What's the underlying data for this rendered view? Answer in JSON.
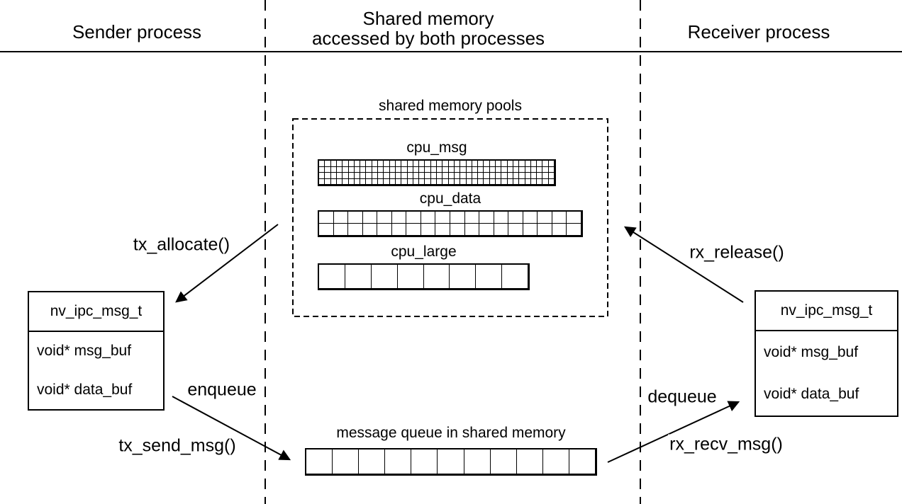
{
  "header": {
    "sender": "Sender process",
    "shared_line1": "Shared memory",
    "shared_line2": "accessed by both processes",
    "receiver": "Receiver process"
  },
  "pools": {
    "title": "shared memory pools",
    "cpu_msg": {
      "label": "cpu_msg",
      "cols": 40,
      "rows": 4
    },
    "cpu_data": {
      "label": "cpu_data",
      "cols": 18,
      "rows": 2
    },
    "cpu_large": {
      "label": "cpu_large",
      "cols": 8,
      "rows": 1
    }
  },
  "queue": {
    "title": "message queue in shared memory",
    "cols": 11,
    "rows": 1
  },
  "sender_box": {
    "title": "nv_ipc_msg_t",
    "fields": [
      "void* msg_buf",
      "void* data_buf"
    ]
  },
  "receiver_box": {
    "title": "nv_ipc_msg_t",
    "fields": [
      "void* msg_buf",
      "void* data_buf"
    ]
  },
  "labels": {
    "tx_allocate": "tx_allocate()",
    "tx_send_msg": "tx_send_msg()",
    "enqueue": "enqueue",
    "rx_release": "rx_release()",
    "rx_recv_msg": "rx_recv_msg()",
    "dequeue": "dequeue"
  },
  "colors": {
    "stroke": "#000000",
    "bg": "#ffffff",
    "text": "#000000"
  }
}
